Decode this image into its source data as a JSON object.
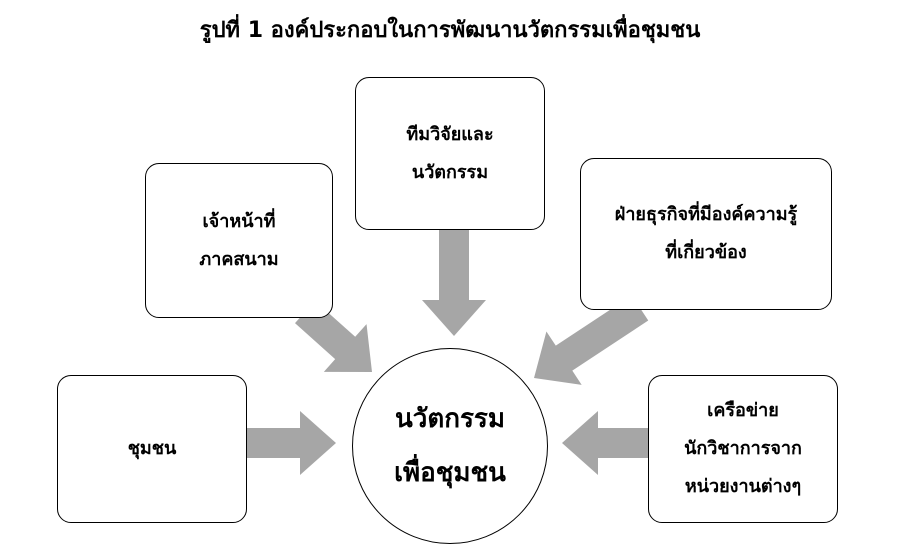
{
  "title": "รูปที่ 1 องค์ประกอบในการพัฒนานวัตกรรมเพื่อชุมชน",
  "center": {
    "line1": "นวัตกรรม",
    "line2": "เพื่อชุมชน"
  },
  "nodes": {
    "field_staff": {
      "line1": "เจ้าหน้าที่",
      "line2": "ภาคสนาม"
    },
    "research_team": {
      "line1": "ทีมวิจัยและ",
      "line2": "นวัตกรรม"
    },
    "business": {
      "line1": "ฝ่ายธุรกิจที่มีองค์ความรู้",
      "line2": "ที่เกี่ยวข้อง"
    },
    "community": {
      "line1": "ชุมชน"
    },
    "academic_network": {
      "line1": "เครือข่าย",
      "line2": "นักวิชาการจาก",
      "line3": "หน่วยงานต่างๆ"
    }
  },
  "colors": {
    "arrow": "#a6a6a6",
    "border": "#000000"
  }
}
